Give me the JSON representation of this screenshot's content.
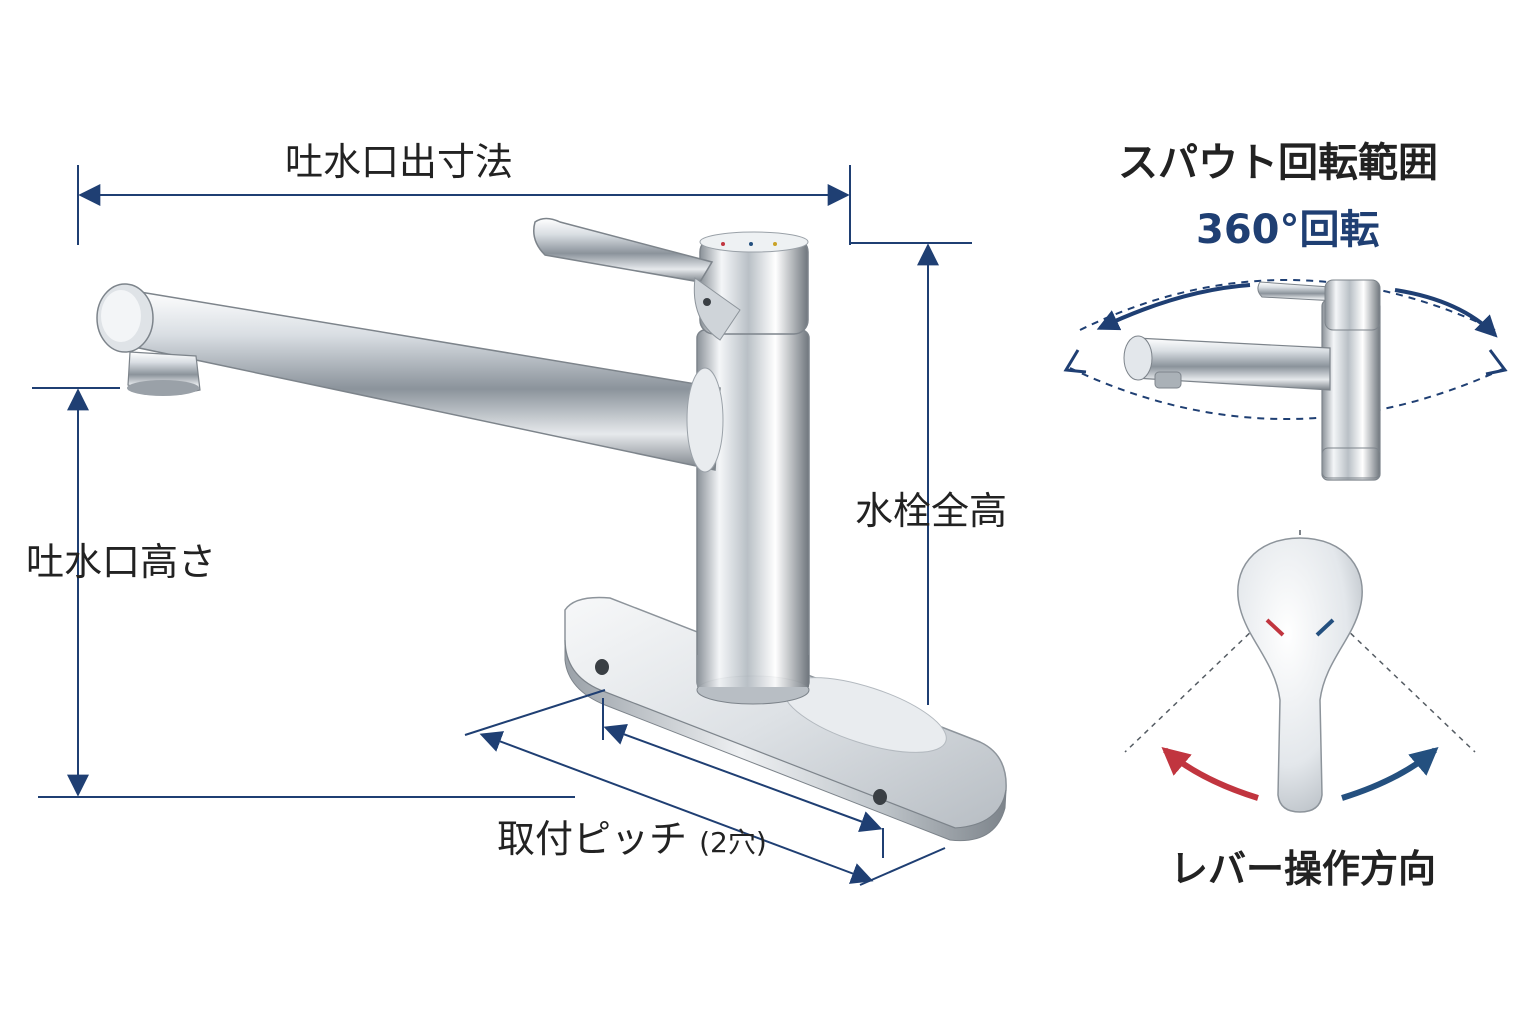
{
  "labels": {
    "spout_reach": "吐水口出寸法",
    "spout_height": "吐水口高さ",
    "faucet_height": "水栓全高",
    "mount_pitch": "取付ピッチ",
    "mount_pitch_note": "(2穴)",
    "spout_rotation_title": "スパウト回転範囲",
    "rotation_value": "360°回転",
    "lever_direction": "レバー操作方向"
  },
  "figure_elements": {
    "main_faucet": "single-lever kitchen faucet with deck plate",
    "small_faucet": "rotating spout faucet",
    "lever_handle": "lever handle top view",
    "dimension_lines": [
      "spout reach",
      "spout height",
      "faucet height",
      "mounting pitch"
    ],
    "lever_indicators": [
      "hot mark",
      "cold mark"
    ]
  },
  "colors": {
    "dimension_line": "#1f3f73",
    "text": "#222222",
    "hot": "#c1353f",
    "cold": "#24507f",
    "chrome_light": "#f2f4f6",
    "chrome_mid": "#c6ccd2",
    "chrome_dark": "#6e757d"
  }
}
